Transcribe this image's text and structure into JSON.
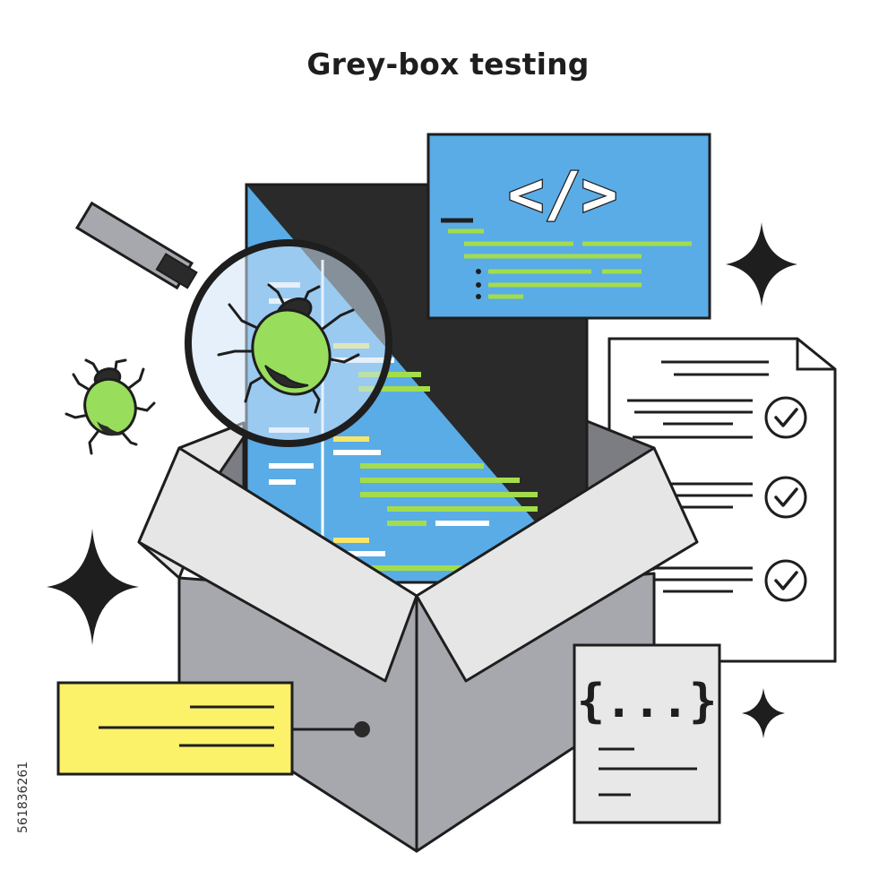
{
  "title": "Grey-box testing",
  "code_window": {
    "symbol": "</>"
  },
  "json_card": {
    "symbol": "{...}"
  },
  "stock_id": "561836261",
  "checklist": {
    "checks": 3
  },
  "colors": {
    "ink": "#1e1e1e",
    "box_grey": "#a7a8ad",
    "flap_light": "#e6e6e6",
    "code_blue": "#5aace6",
    "code_green": "#a3dd4b",
    "code_yellow": "#f5e66b",
    "bug_green": "#98dd5c",
    "label_yellow": "#fbf26a",
    "card_grey": "#e8e8e8",
    "lens_tint": "#cfe4f7"
  },
  "icons": [
    "magnifier-icon",
    "bug-icon",
    "sparkle-icon",
    "checkmark-icon",
    "code-icon",
    "curly-braces-icon"
  ]
}
